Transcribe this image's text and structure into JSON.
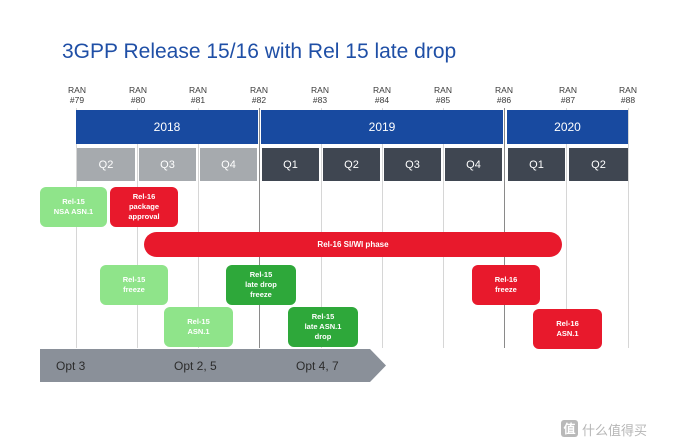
{
  "title": "3GPP Release 15/16 with Rel 15 late drop",
  "ran_meetings": [
    {
      "line1": "RAN",
      "line2": "#79"
    },
    {
      "line1": "RAN",
      "line2": "#80"
    },
    {
      "line1": "RAN",
      "line2": "#81"
    },
    {
      "line1": "RAN",
      "line2": "#82"
    },
    {
      "line1": "RAN",
      "line2": "#83"
    },
    {
      "line1": "RAN",
      "line2": "#84"
    },
    {
      "line1": "RAN",
      "line2": "#85"
    },
    {
      "line1": "RAN",
      "line2": "#86"
    },
    {
      "line1": "RAN",
      "line2": "#87"
    },
    {
      "line1": "RAN",
      "line2": "#88"
    }
  ],
  "years": [
    "2018",
    "2019",
    "2020"
  ],
  "quarters": [
    "Q2",
    "Q3",
    "Q4",
    "Q1",
    "Q2",
    "Q3",
    "Q4",
    "Q1",
    "Q2"
  ],
  "milestones": {
    "rel15_nsa": "Rel-15\nNSA ASN.1",
    "rel16_package": "Rel-16\npackage\napproval",
    "rel16_phase": "Rel-16 SI/WI phase",
    "rel15_freeze": "Rel-15\nfreeze",
    "rel15_late_freeze": "Rel-15\nlate drop\nfreeze",
    "rel16_freeze": "Rel-16\nfreeze",
    "rel15_asn1": "Rel-15\nASN.1",
    "rel15_late_asn1": "Rel-15\nlate ASN.1\ndrop",
    "rel16_asn1": "Rel-16\nASN.1"
  },
  "options": [
    "Opt 3",
    "Opt 2, 5",
    "Opt 4, 7"
  ],
  "watermark": {
    "icon": "值",
    "text": "什么值得买"
  },
  "colors": {
    "year_blue": "#184aa0",
    "quarter_light": "#a6aaae",
    "quarter_dark": "#3f4651",
    "light_green": "#8fe48a",
    "dark_green": "#2ea83a",
    "red": "#e8192c",
    "option_arrow": "#8a9099"
  }
}
